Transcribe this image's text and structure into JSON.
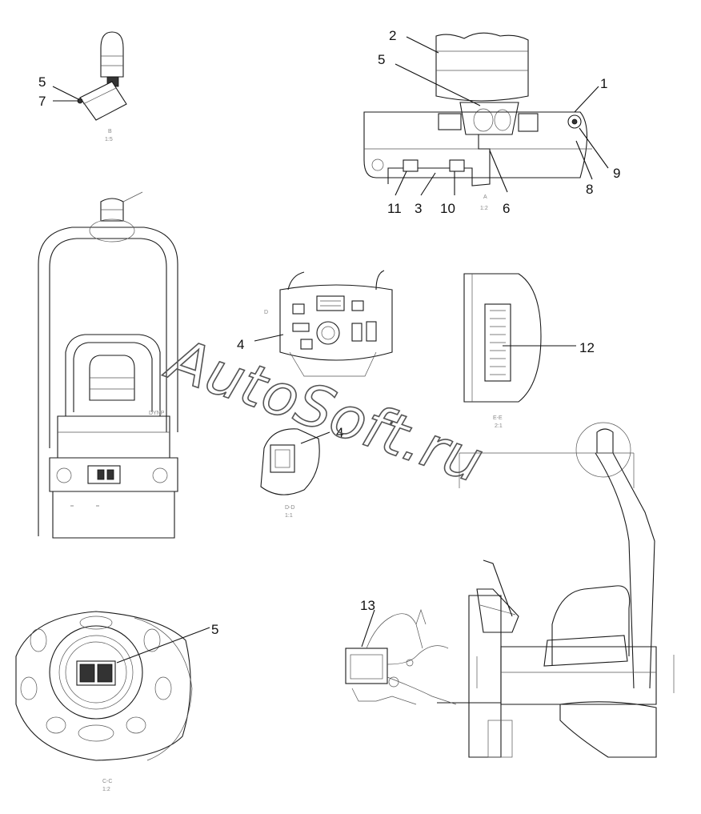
{
  "callouts": {
    "c1": "1",
    "c2": "2",
    "c3": "3",
    "c4a": "4",
    "c4b": "4",
    "c5a": "5",
    "c5b": "5",
    "c5c": "5",
    "c6": "6",
    "c7": "7",
    "c8": "8",
    "c9": "9",
    "c10": "10",
    "c11": "11",
    "c12": "12",
    "c13": "13"
  },
  "view_labels": {
    "b": "B",
    "b_scale": "1:5",
    "a": "A",
    "a_scale": "1:2",
    "d": "D",
    "d_scale": "1:1",
    "c_sec": "C-C",
    "c_scale": "1:2",
    "d_sec": "D-D",
    "d_scale2": "1:1",
    "e_sec": "E-E",
    "e_scale": "2:1"
  },
  "watermark": "AutoSoft.ru"
}
